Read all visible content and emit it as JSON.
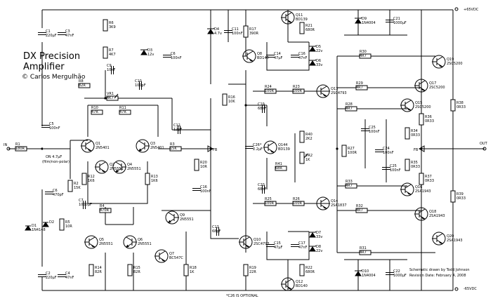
{
  "title_lines": [
    "DX Precision",
    "Amplifier"
  ],
  "copyright": "© Carlos Mergulhão",
  "credits": [
    "Schematic drawn by Todd Johnson",
    "Revision Date: February 4, 2008"
  ],
  "optional_note": "*C26 IS OPTIONAL",
  "rails": {
    "pos": "+65VDC",
    "neg": "-65VDC"
  },
  "terminals": {
    "in": "IN",
    "fb": "FB",
    "out": "OUT"
  },
  "note_c4": [
    "ON 4.7µF",
    "(film/non-polar)"
  ],
  "components": [
    {
      "id": "c1",
      "ref": "C1",
      "val": "220µF"
    },
    {
      "id": "c3",
      "ref": "C3",
      "val": "47nF"
    },
    {
      "id": "r6",
      "ref": "R6",
      "val": "3K9"
    },
    {
      "id": "r7",
      "ref": "R7",
      "val": "4K7"
    },
    {
      "id": "d3",
      "ref": "D3",
      "val": "12v"
    },
    {
      "id": "c6",
      "ref": "C6",
      "val": "100nF"
    },
    {
      "id": "c9",
      "ref": "C9",
      "val": "10nF"
    },
    {
      "id": "c10",
      "ref": "C10",
      "val": "100pF"
    },
    {
      "id": "r8",
      "ref": "R8",
      "val": "82R"
    },
    {
      "id": "vr1",
      "ref": "VR1",
      "val": "4K7"
    },
    {
      "id": "r10",
      "ref": "R10",
      "val": "47R"
    },
    {
      "id": "r11",
      "ref": "R11",
      "val": "47R"
    },
    {
      "id": "c5",
      "ref": "C5",
      "val": "100nF"
    },
    {
      "id": "r1",
      "ref": "R1",
      "val": "180R"
    },
    {
      "id": "q1",
      "ref": "Q1",
      "val": "2N5401"
    },
    {
      "id": "q3",
      "ref": "Q3",
      "val": "2N5401"
    },
    {
      "id": "q2",
      "ref": "Q2",
      "val": "2N5551"
    },
    {
      "id": "q4",
      "ref": "Q4",
      "val": "2N5551"
    },
    {
      "id": "r12",
      "ref": "R12",
      "val": "1K6"
    },
    {
      "id": "r13",
      "ref": "R13",
      "val": "1K6"
    },
    {
      "id": "c12",
      "ref": "C12",
      "val": "12pF"
    },
    {
      "id": "r3",
      "ref": "R3",
      "val": "15K"
    },
    {
      "id": "r20",
      "ref": "R20",
      "val": "10R"
    },
    {
      "id": "c16",
      "ref": "C16",
      "val": "100nF"
    },
    {
      "id": "r2",
      "ref": "R2",
      "val": "15K"
    },
    {
      "id": "c6b",
      "ref": "C6",
      "val": "470pF"
    },
    {
      "id": "c7",
      "ref": "C7",
      "val": "1000µF"
    },
    {
      "id": "r4",
      "ref": "R4",
      "val": "470R"
    },
    {
      "id": "d1",
      "ref": "D1",
      "val": "1N4148"
    },
    {
      "id": "d2",
      "ref": "D2",
      "val": ""
    },
    {
      "id": "r5",
      "ref": "R5",
      "val": "10R"
    },
    {
      "id": "q9",
      "ref": "Q9",
      "val": "2N5551"
    },
    {
      "id": "q5",
      "ref": "Q5",
      "val": "2N5551"
    },
    {
      "id": "q6",
      "ref": "Q6",
      "val": "2N5551"
    },
    {
      "id": "q7",
      "ref": "Q7",
      "val": "BC547C"
    },
    {
      "id": "r14",
      "ref": "R14",
      "val": "82R"
    },
    {
      "id": "r15",
      "ref": "R15",
      "val": "82R"
    },
    {
      "id": "r18",
      "ref": "R18",
      "val": "1K"
    },
    {
      "id": "c2",
      "ref": "C2",
      "val": "220µF"
    },
    {
      "id": "c4",
      "ref": "C4",
      "val": "47nF"
    },
    {
      "id": "d4",
      "ref": "D4",
      "val": "4.7v"
    },
    {
      "id": "c11",
      "ref": "C11",
      "val": "100nF"
    },
    {
      "id": "r17",
      "ref": "R17",
      "val": "390R"
    },
    {
      "id": "q8",
      "ref": "Q8",
      "val": "BD140"
    },
    {
      "id": "r16",
      "ref": "R16",
      "val": "10K"
    },
    {
      "id": "c13",
      "ref": "C13",
      "val": "68pF"
    },
    {
      "id": "q10",
      "ref": "Q10",
      "val": "2SC4793"
    },
    {
      "id": "r19",
      "ref": "R19",
      "val": "22R"
    },
    {
      "id": "q11",
      "ref": "Q11",
      "val": "BD139"
    },
    {
      "id": "r21",
      "ref": "R21",
      "val": "680R"
    },
    {
      "id": "d5",
      "ref": "D5",
      "val": "22v"
    },
    {
      "id": "d6",
      "ref": "D6",
      "val": "33v"
    },
    {
      "id": "c14",
      "ref": "C14",
      "val": "47µF"
    },
    {
      "id": "c16b",
      "ref": "C16",
      "val": "47nF"
    },
    {
      "id": "r24",
      "ref": "R24",
      "val": "100R"
    },
    {
      "id": "r23",
      "ref": "R23",
      "val": "100R"
    },
    {
      "id": "c19",
      "ref": "C19",
      "val": "68nF"
    },
    {
      "id": "q13",
      "ref": "Q13",
      "val": "2SC4793"
    },
    {
      "id": "c26",
      "ref": "C26*",
      "val": "2.2µF"
    },
    {
      "id": "q144",
      "ref": "Q144",
      "val": "BD139"
    },
    {
      "id": "r40",
      "ref": "R40",
      "val": "2K2"
    },
    {
      "id": "r41",
      "ref": "R41",
      "val": "68R"
    },
    {
      "id": "vr2",
      "ref": "VR2",
      "val": "1K"
    },
    {
      "id": "c20",
      "ref": "C20",
      "val": "68nF"
    },
    {
      "id": "r25",
      "ref": "R25",
      "val": "100R"
    },
    {
      "id": "r26",
      "ref": "R26",
      "val": "100R"
    },
    {
      "id": "q14",
      "ref": "Q14",
      "val": "2SA1837"
    },
    {
      "id": "c15",
      "ref": "C15",
      "val": "47µF"
    },
    {
      "id": "c17",
      "ref": "C17",
      "val": "47nF"
    },
    {
      "id": "d7",
      "ref": "D7",
      "val": "33v"
    },
    {
      "id": "d8",
      "ref": "D8",
      "val": "22v"
    },
    {
      "id": "r22",
      "ref": "R22",
      "val": "680R"
    },
    {
      "id": "q12",
      "ref": "Q12",
      "val": "BD140"
    },
    {
      "id": "d9",
      "ref": "D9",
      "val": "1N4004"
    },
    {
      "id": "c21",
      "ref": "C21",
      "val": "1000µF"
    },
    {
      "id": "d10",
      "ref": "D10",
      "val": "1N4004"
    },
    {
      "id": "c22",
      "ref": "C22",
      "val": "1000µF"
    },
    {
      "id": "r30",
      "ref": "R30",
      "val": "4R7"
    },
    {
      "id": "r29",
      "ref": "R29",
      "val": "4R7"
    },
    {
      "id": "r28",
      "ref": "R28",
      "val": "4R7"
    },
    {
      "id": "c25",
      "ref": "C25",
      "val": "100nF"
    },
    {
      "id": "r27",
      "ref": "R27",
      "val": "100R"
    },
    {
      "id": "c24",
      "ref": "C24",
      "val": "100nF"
    },
    {
      "id": "c25b",
      "ref": "C25",
      "val": "100nF"
    },
    {
      "id": "r33",
      "ref": "R33",
      "val": "4R7"
    },
    {
      "id": "r32",
      "ref": "R32",
      "val": "4R7"
    },
    {
      "id": "r31",
      "ref": "R31",
      "val": "4R7"
    },
    {
      "id": "q19",
      "ref": "Q19",
      "val": "2SC5200"
    },
    {
      "id": "q17",
      "ref": "Q17",
      "val": "2SC5200"
    },
    {
      "id": "q15",
      "ref": "Q15",
      "val": "2SC5200"
    },
    {
      "id": "q16",
      "ref": "Q16",
      "val": "2SA1943"
    },
    {
      "id": "q18",
      "ref": "Q18",
      "val": "2SA1943"
    },
    {
      "id": "q20",
      "ref": "Q20",
      "val": "2SA1943"
    },
    {
      "id": "r38",
      "ref": "R38",
      "val": "0R33"
    },
    {
      "id": "r36",
      "ref": "R36",
      "val": "0R33"
    },
    {
      "id": "r34",
      "ref": "R34",
      "val": "0R33"
    },
    {
      "id": "r35",
      "ref": "R35",
      "val": "0R33"
    },
    {
      "id": "r37",
      "ref": "R37",
      "val": "0R33"
    },
    {
      "id": "r39",
      "ref": "R39",
      "val": "0R33"
    }
  ]
}
